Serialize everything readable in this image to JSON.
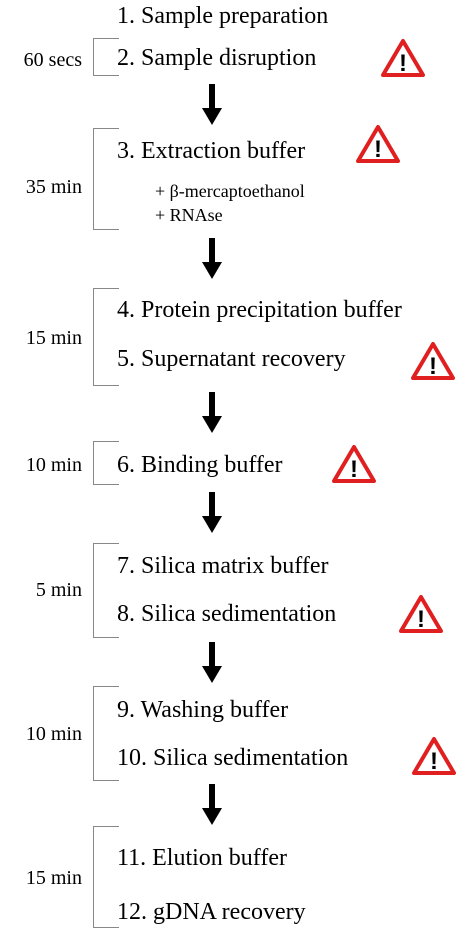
{
  "steps": {
    "s1": "1. Sample preparation",
    "s2": "2. Sample disruption",
    "s3": "3. Extraction buffer",
    "s3a": "+ β-mercaptoethanol",
    "s3b": "+ RNAse",
    "s4": "4. Protein precipitation buffer",
    "s5": "5. Supernatant recovery",
    "s6": "6. Binding buffer",
    "s7": "7. Silica matrix buffer",
    "s8": "8. Silica sedimentation",
    "s9": "9. Washing buffer",
    "s10": "10. Silica sedimentation",
    "s11": "11. Elution buffer",
    "s12": "12. gDNA recovery"
  },
  "durations": {
    "d1": "60 secs",
    "d2": "35 min",
    "d3": "15 min",
    "d4": "10 min",
    "d5": "5 min",
    "d6": "10 min",
    "d7": "15 min"
  },
  "icons": {
    "warning": "warning-triangle-icon",
    "arrow": "down-arrow-icon"
  },
  "colors": {
    "warning_border": "#e02020",
    "bracket": "#888888",
    "text": "#000000"
  }
}
